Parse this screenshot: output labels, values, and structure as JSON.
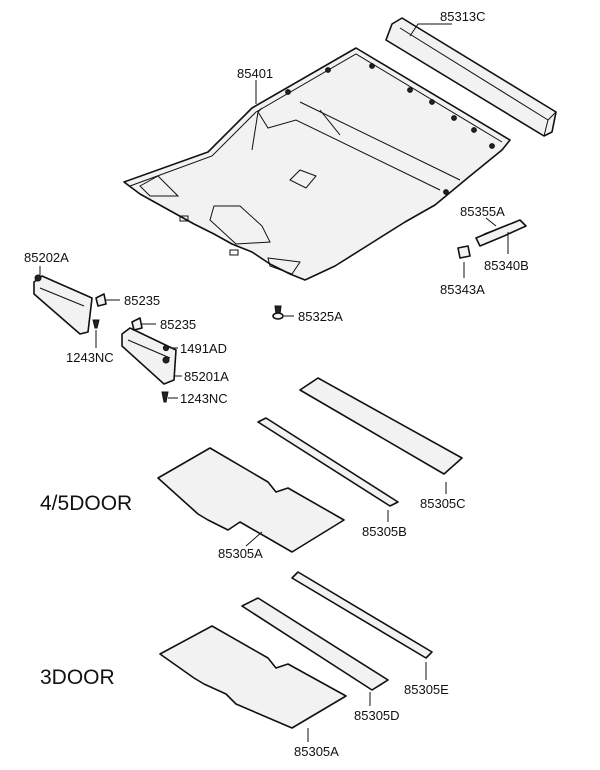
{
  "labels": {
    "p85313C": "85313C",
    "p85401": "85401",
    "p85355A": "85355A",
    "p85340B": "85340B",
    "p85343A": "85343A",
    "p85202A": "85202A",
    "p85235a": "85235",
    "p85235b": "85235",
    "p1491AD": "1491AD",
    "p1243NCa": "1243NC",
    "p85201A": "85201A",
    "p1243NCb": "1243NC",
    "p85325A": "85325A",
    "p85305C": "85305C",
    "p85305B": "85305B",
    "p85305A_top": "85305A",
    "p85305E": "85305E",
    "p85305D": "85305D",
    "p85305A_bot": "85305A"
  },
  "sections": {
    "four_five_door": "4/5DOOR",
    "three_door": "3DOOR"
  }
}
